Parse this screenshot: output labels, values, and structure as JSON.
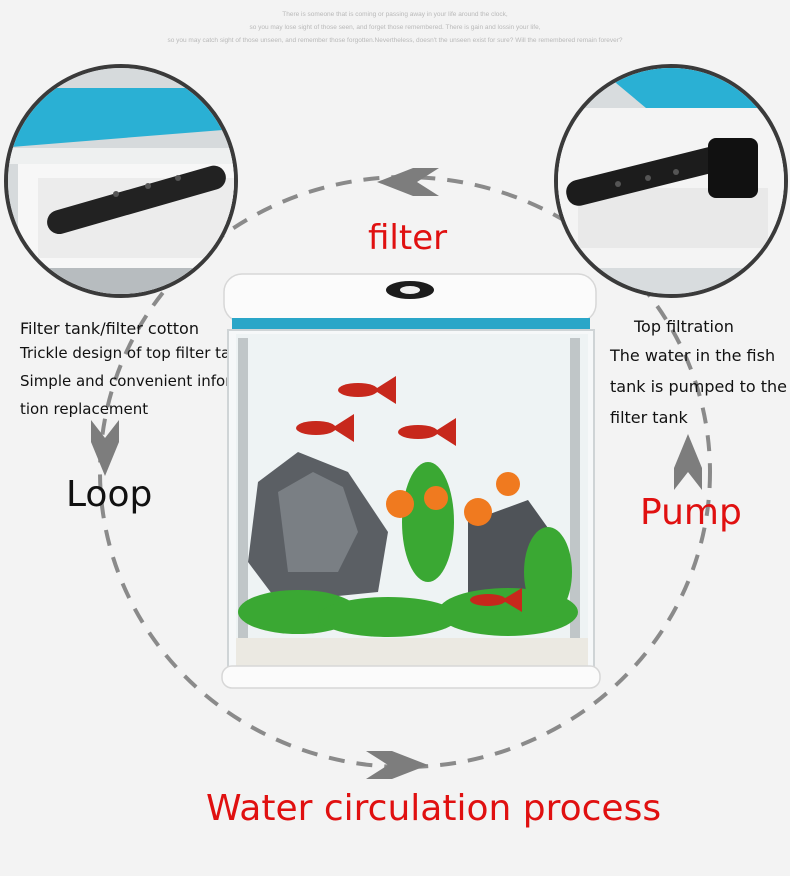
{
  "tagline": {
    "line1": "There is someone that is coming or passing away in your life around the clock,",
    "line2": "so you may lose sight of those seen, and forget those remembered. There is gain and lossin your life,",
    "line3": "so you may catch sight of those unseen, and remember those forgotten.Nevertheless, doesn't the unseen exist for sure? Will the remembered remain forever?"
  },
  "labels": {
    "filter": "filter",
    "loop": "Loop",
    "pump": "Pump",
    "process_title": "Water circulation process"
  },
  "left_note": {
    "title": "Filter tank/filter cotton",
    "line1": "Trickle design of top filter tank",
    "line2": "Simple and convenient informa",
    "line3": "tion replacement"
  },
  "right_note": {
    "title": "Top filtration",
    "line1": "The water in the fish",
    "line2": "tank is pumped to the",
    "line3": "filter tank"
  },
  "colors": {
    "accent_red": "#e01010",
    "loop_dash": "#8a8a8a",
    "tank_lid_blue": "#2aa6c8"
  },
  "icons": {
    "arrow_top": "chevron-left-icon",
    "arrow_bottom": "chevron-right-icon",
    "arrow_left": "chevron-down-icon",
    "arrow_right": "chevron-up-icon"
  }
}
